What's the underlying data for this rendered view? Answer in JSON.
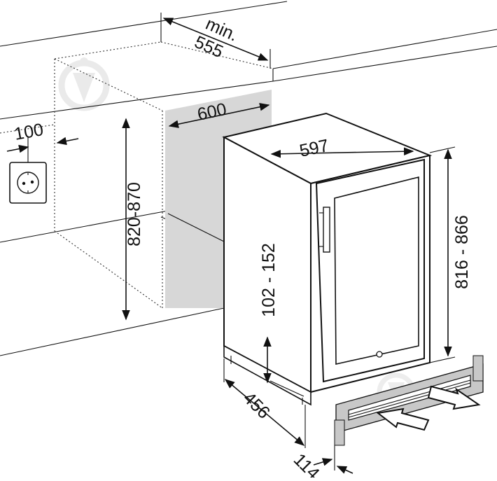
{
  "dimensions": {
    "min_label": "min.",
    "min_depth": "555",
    "niche_width": "600",
    "socket_offset": "100",
    "niche_height": "820-870",
    "appliance_width": "597",
    "appliance_height": "816 - 866",
    "plinth_height": "102 - 152",
    "appliance_depth": "456",
    "vent_depth": "114"
  },
  "colors": {
    "line": "#111111",
    "niche_back": "#d7d7d7",
    "vent_grille": "#c8c8c8",
    "watermark": "#e4e4e4"
  },
  "icons": [
    "socket-icon",
    "watermark-logo",
    "airflow-in-arrow",
    "airflow-out-arrow"
  ]
}
